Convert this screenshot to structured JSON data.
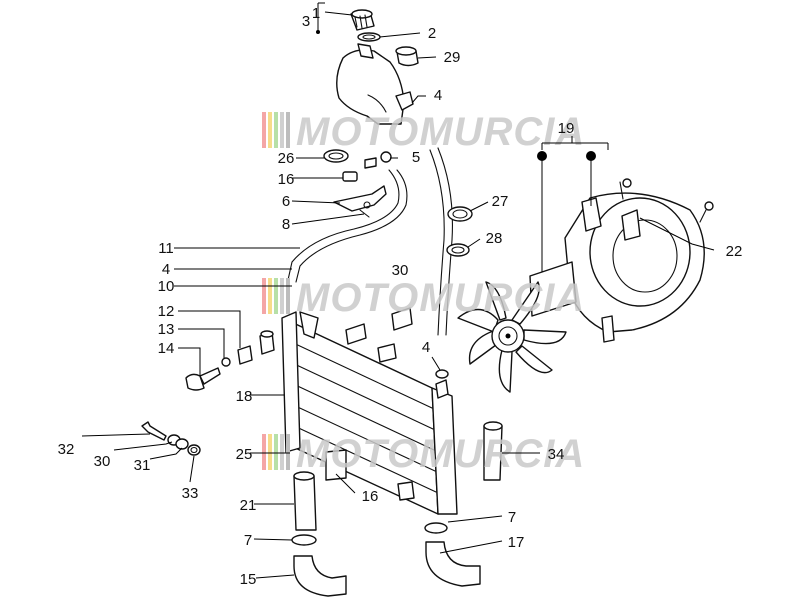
{
  "watermark": {
    "text": "MOTOMURCIA",
    "stripe_colors": [
      "#f4a6a6",
      "#f6dc8a",
      "#b7e0a7",
      "#d0d0d0",
      "#bdbdbd"
    ]
  },
  "callouts": [
    "1",
    "2",
    "3",
    "29",
    "4",
    "19",
    "26",
    "5",
    "16",
    "6",
    "8",
    "27",
    "28",
    "22",
    "11",
    "4",
    "30",
    "10",
    "12",
    "13",
    "14",
    "4",
    "18",
    "32",
    "30",
    "31",
    "33",
    "25",
    "34",
    "16",
    "21",
    "7",
    "7",
    "17",
    "15"
  ]
}
